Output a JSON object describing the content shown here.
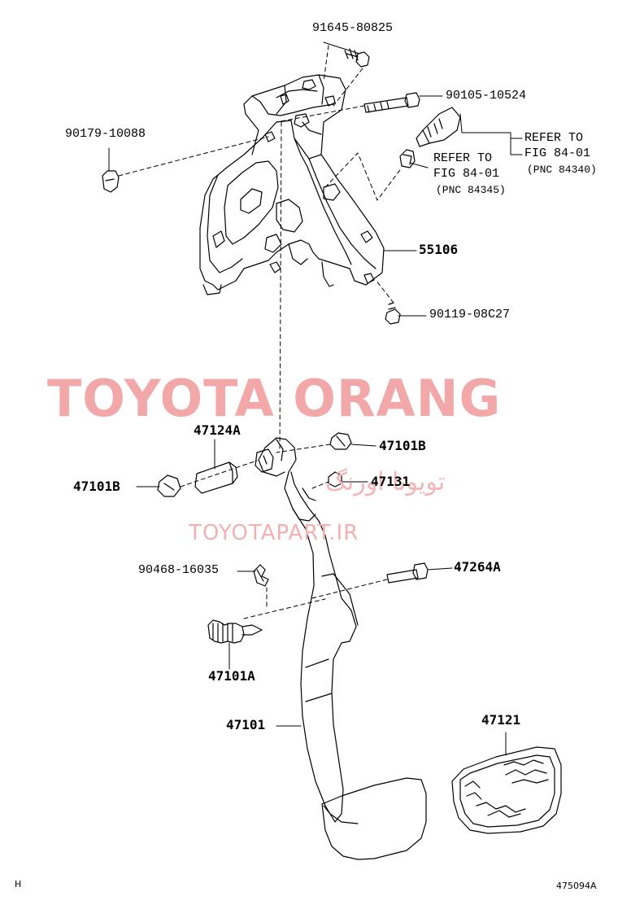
{
  "parts": {
    "p91645": "91645-80825",
    "p90105": "90105-10524",
    "p90179": "90179-10088",
    "p55106": "55106",
    "p90119": "90119-08C27",
    "p47124A": "47124A",
    "p47101B_right": "47101B",
    "p47101B_left": "47101B",
    "p47131": "47131",
    "p90468": "90468-16035",
    "p47264A": "47264A",
    "p47101A": "47101A",
    "p47101": "47101",
    "p47121": "47121"
  },
  "refs": {
    "ref1_line1": "REFER TO",
    "ref1_line2": "FIG 84-01",
    "ref1_line3": "(PNC 84340)",
    "ref2_line1": "REFER TO",
    "ref2_line2": "FIG 84-01",
    "ref2_line3": "(PNC 84345)"
  },
  "watermark": {
    "brand": "TOYOTA ORANG",
    "persian": "تویوتا اورنگ",
    "url": "TOYOTAPART.IR"
  },
  "footer": {
    "left_mark": "H",
    "illustration_id": "475094A"
  },
  "colors": {
    "line": "#000000",
    "watermark": "#f2a8a8"
  }
}
